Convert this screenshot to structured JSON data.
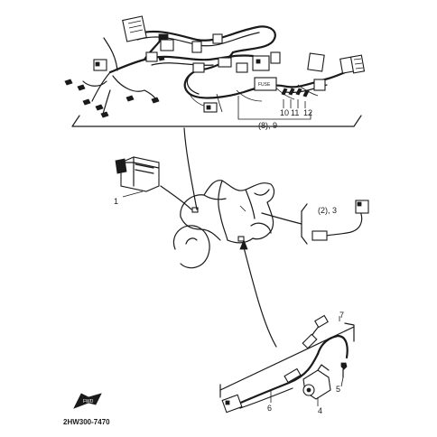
{
  "callouts": {
    "c1": "1",
    "c23": "(2), 3",
    "c4": "4",
    "c5": "5",
    "c6": "6",
    "c7": "7",
    "c89": "(8), 9",
    "c10": "10",
    "c11": "11",
    "c12": "12"
  },
  "fuse_label": "FUSE",
  "front_label": "FWD",
  "drawing_code": "2HW300-7470"
}
